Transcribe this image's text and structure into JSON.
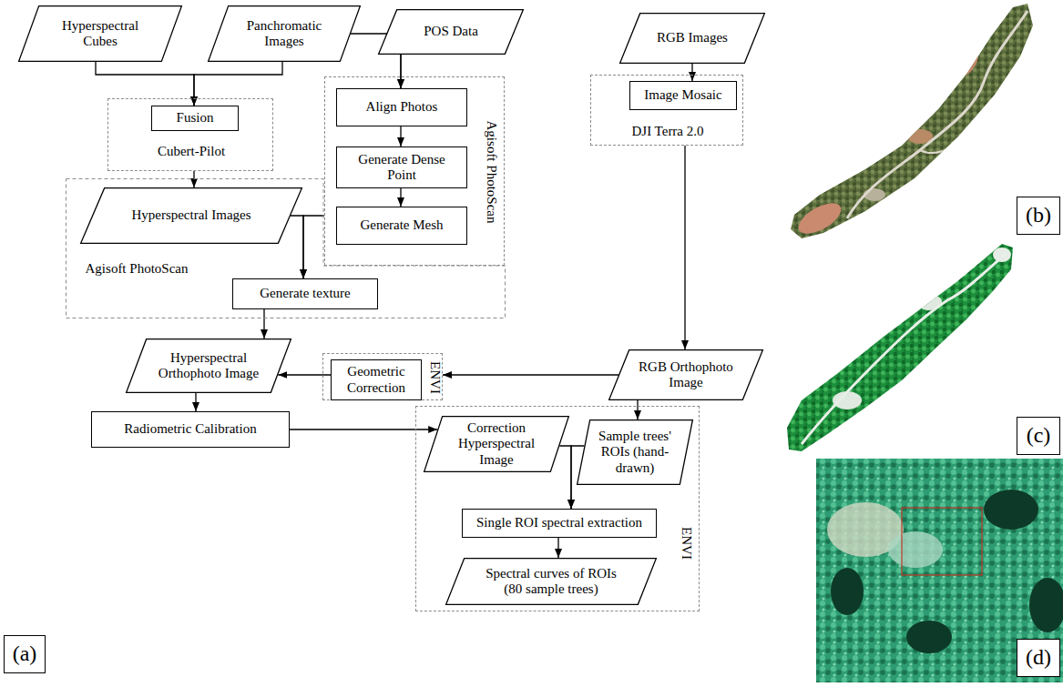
{
  "diagram": {
    "nodes": [
      {
        "text": [
          "Hyperspectral Cubes"
        ]
      },
      {
        "text": [
          "Panchromatic Images"
        ]
      },
      {
        "text": [
          "POS Data"
        ]
      },
      {
        "text": [
          "RGB Images"
        ]
      },
      {
        "text": [
          "Cubert-Pilot"
        ]
      },
      {
        "text": [
          "Fusion"
        ],
        "in": 4
      },
      {
        "text": [
          "Agisoft PhotoScan"
        ]
      },
      {
        "text": [
          "Align Photos"
        ],
        "in": 6
      },
      {
        "text": [
          "Generate Dense Point"
        ],
        "in": 6
      },
      {
        "text": [
          "Generate Mesh"
        ],
        "in": 6
      },
      {
        "text": [
          "DJI Terra 2.0"
        ]
      },
      {
        "text": [
          "Image Mosaic"
        ],
        "in": 10
      },
      {
        "text": [
          "Agisoft PhotoScan"
        ]
      },
      {
        "text": [
          "Hyperspectral Images"
        ],
        "in": 12
      },
      {
        "text": [
          "Generate texture"
        ],
        "in": 12
      },
      {
        "text": [
          "Hyperspectral Orthophoto Image"
        ]
      },
      {
        "text": [
          "ENVI"
        ]
      },
      {
        "text": [
          "Geometric Correction"
        ],
        "in": 16
      },
      {
        "text": [
          "RGB Orthophoto Image"
        ]
      },
      {
        "text": [
          "Radiometric Calibration"
        ]
      },
      {
        "text": [
          "ENVI"
        ]
      },
      {
        "text": [
          "Correction Hyperspectral Image"
        ],
        "in": 20
      },
      {
        "text": [
          "Sample trees' ROIs (hand-drawn)"
        ],
        "in": 20
      },
      {
        "text": [
          "Single ROI spectral extraction"
        ],
        "in": 20
      },
      {
        "text": [
          "Spectral curves of ROIs (80 sample trees)"
        ],
        "in": 20
      },
      {
        "text": [
          "(a)"
        ]
      },
      {
        "text": [
          "(b)"
        ]
      },
      {
        "text": [
          "(c)"
        ]
      },
      {
        "text": [
          "(d)"
        ]
      }
    ],
    "edges": [
      {
        "from": 0,
        "to": 5,
        "arrow": "to"
      },
      {
        "from": 1,
        "to": 5,
        "arrow": "to"
      },
      {
        "from": 1,
        "to": 7,
        "arrow": "to"
      },
      {
        "from": 2,
        "to": 7,
        "arrow": "to"
      },
      {
        "from": 3,
        "to": 11,
        "arrow": "to"
      },
      {
        "from": 4,
        "to": 13,
        "arrow": "to"
      },
      {
        "from": 7,
        "to": 8,
        "arrow": "to"
      },
      {
        "from": 8,
        "to": 9,
        "arrow": "to"
      },
      {
        "from": 6,
        "to": 14,
        "arrow": "to"
      },
      {
        "from": 13,
        "to": 14,
        "arrow": "to"
      },
      {
        "from": 14,
        "to": 15,
        "arrow": "to"
      },
      {
        "from": 10,
        "to": 18,
        "arrow": "to"
      },
      {
        "from": 18,
        "to": 16,
        "arrow": "to"
      },
      {
        "from": 17,
        "to": 15,
        "arrow": "to"
      },
      {
        "from": 15,
        "to": 19,
        "arrow": "to"
      },
      {
        "from": 19,
        "to": 21,
        "arrow": "to"
      },
      {
        "from": 18,
        "to": 22,
        "arrow": "to"
      },
      {
        "from": 21,
        "to": 23,
        "arrow": "to"
      },
      {
        "from": 22,
        "to": 23,
        "arrow": "to"
      },
      {
        "from": 23,
        "to": 24,
        "arrow": "to"
      }
    ]
  }
}
